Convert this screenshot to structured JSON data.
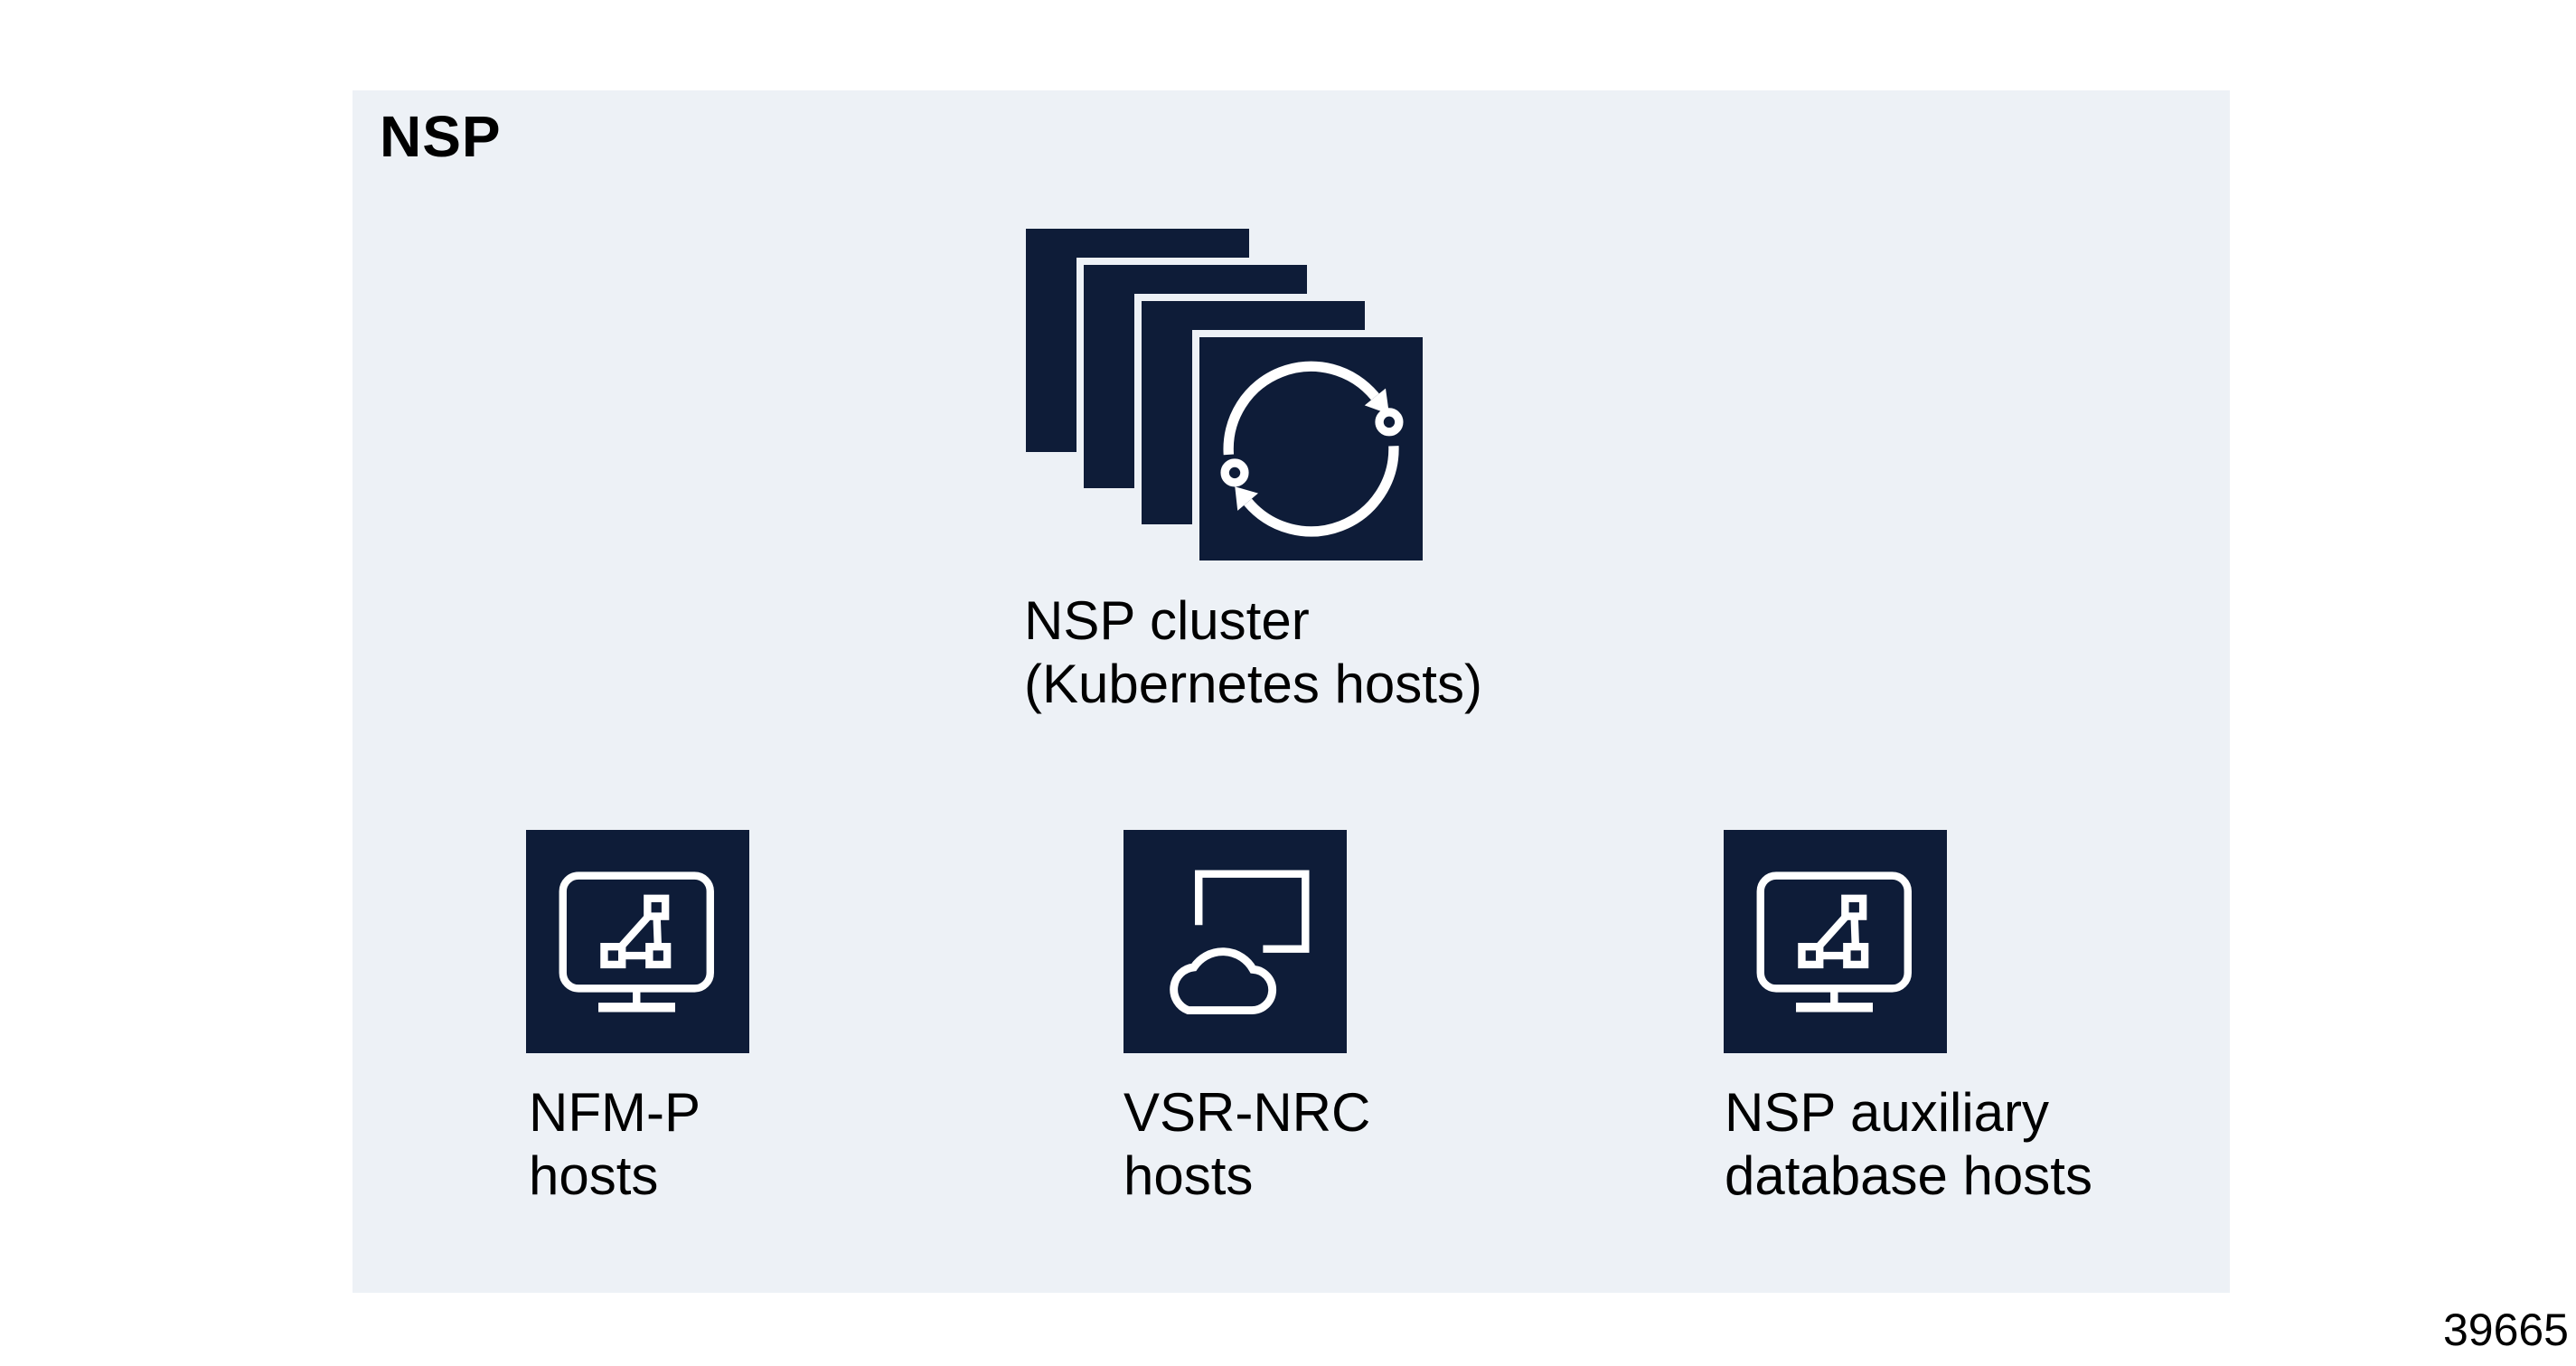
{
  "figure": {
    "panel_title": "NSP",
    "cluster": {
      "icon": "stacked-squares-sync-icon",
      "label_line1": "NSP cluster",
      "label_line2": "(Kubernetes hosts)"
    },
    "hosts": [
      {
        "icon": "monitor-network-icon",
        "label_line1": "NFM-P",
        "label_line2": "hosts"
      },
      {
        "icon": "cloud-screen-icon",
        "label_line1": "VSR-NRC",
        "label_line2": "hosts"
      },
      {
        "icon": "monitor-network-icon",
        "label_line1": "NSP auxiliary",
        "label_line2": "database hosts"
      }
    ],
    "figure_number": "39665",
    "colors": {
      "page_bg": "#ffffff",
      "panel_bg": "#edf1f6",
      "icon_fill": "#0e1c38",
      "icon_glyph": "#ffffff",
      "text": "#000000"
    }
  }
}
